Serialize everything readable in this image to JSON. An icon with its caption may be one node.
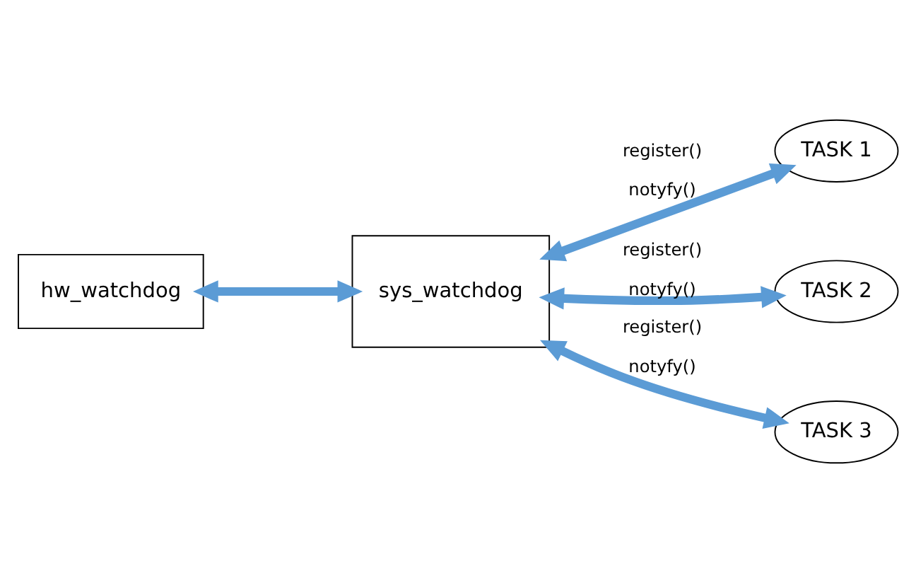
{
  "diagram": {
    "nodes": [
      {
        "text": [
          "hw_watchdog"
        ]
      },
      {
        "text": [
          "sys_watchdog"
        ]
      },
      {
        "text": [
          "TASK 1"
        ]
      },
      {
        "text": [
          "TASK 2"
        ]
      },
      {
        "text": [
          "TASK 3"
        ]
      }
    ],
    "edges": [
      {
        "from": 0,
        "to": 1,
        "arrow": "both"
      },
      {
        "from": 1,
        "to": 2,
        "arrow": "both",
        "label": [
          "register()",
          "notyfy()"
        ]
      },
      {
        "from": 1,
        "to": 3,
        "arrow": "both",
        "label": [
          "register()",
          "notyfy()"
        ]
      },
      {
        "from": 1,
        "to": 4,
        "arrow": "both",
        "label": [
          "register()",
          "notyfy()"
        ]
      }
    ]
  }
}
